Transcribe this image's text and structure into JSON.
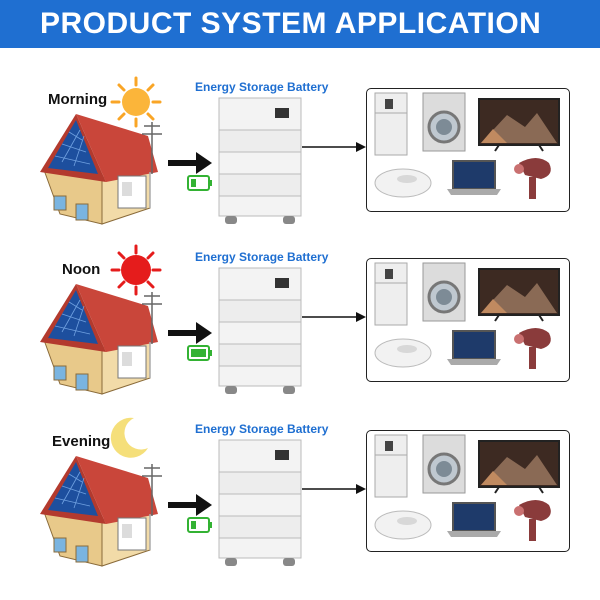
{
  "header": {
    "title": "PRODUCT SYSTEM APPLICATION"
  },
  "rows": [
    {
      "time_label": "Morning",
      "battery_title": "Energy Storage Battery",
      "celestial_icon": "sun-icon",
      "celestial_color": "#f9a526"
    },
    {
      "time_label": "Noon",
      "battery_title": "Energy Storage Battery",
      "celestial_icon": "sun-icon",
      "celestial_color": "#e51c1c"
    },
    {
      "time_label": "Evening",
      "battery_title": "Energy Storage Battery",
      "celestial_icon": "moon-icon",
      "celestial_color": "#f5df7a"
    }
  ],
  "colors": {
    "banner": "#1f6fd1",
    "battery_title": "#1f6fd1",
    "battery_low": "#33b233"
  },
  "appliance_icons": [
    "refrigerator-icon",
    "washing-machine-icon",
    "television-icon",
    "robot-vacuum-icon",
    "laptop-icon",
    "hair-dryer-icon"
  ]
}
